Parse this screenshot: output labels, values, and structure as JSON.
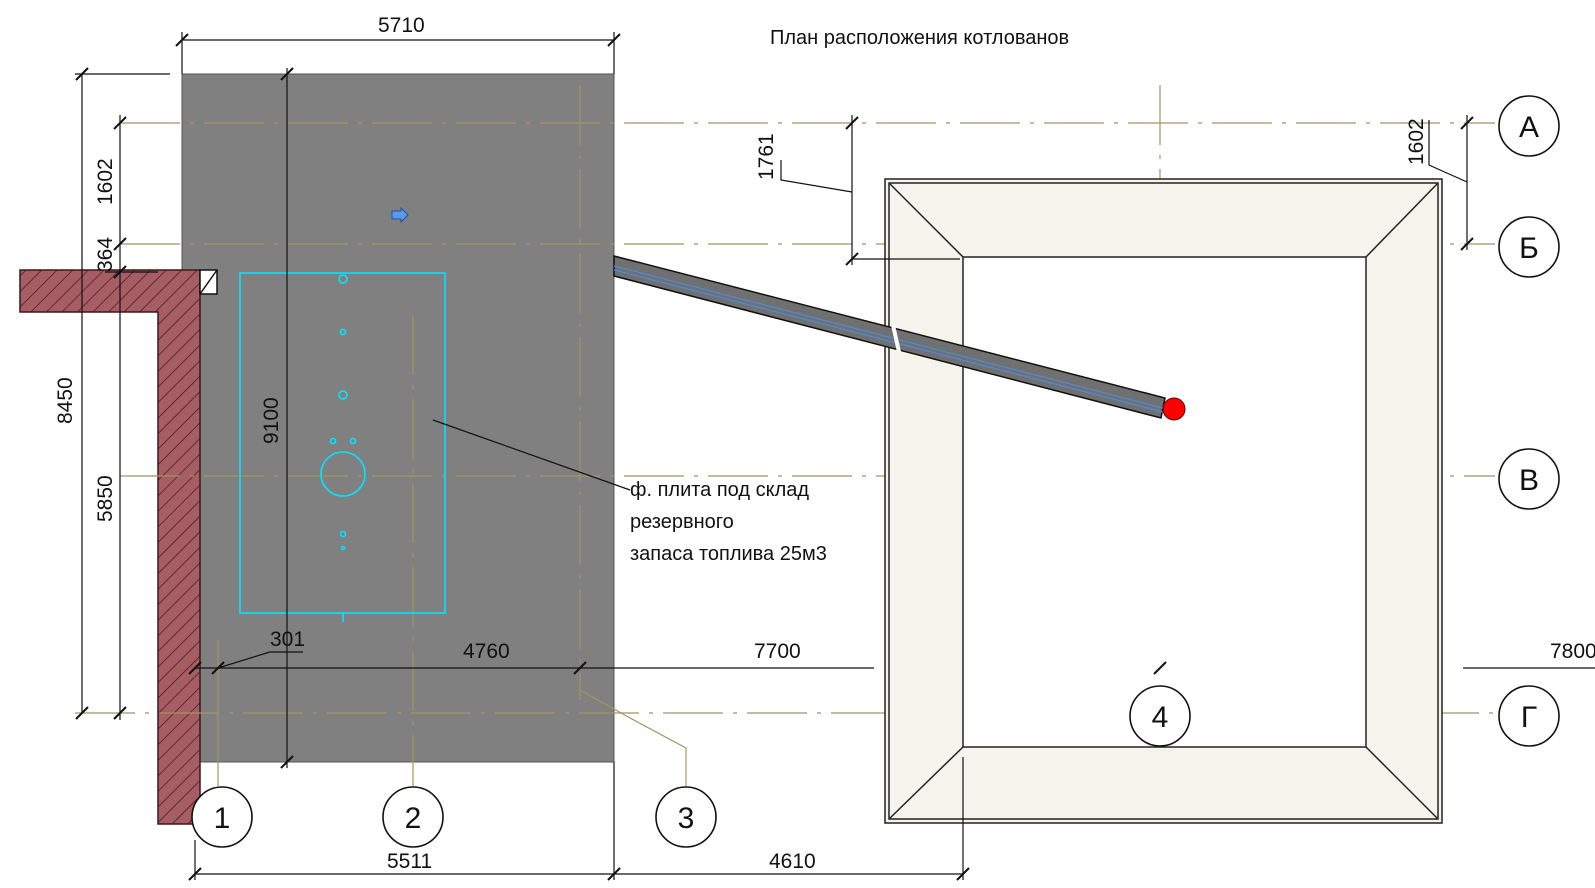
{
  "title": "План расположения котлованов",
  "note": {
    "lines": [
      "ф. плита под склад",
      "резервного",
      "запаса топлива 25м3"
    ]
  },
  "grid_axes": {
    "rows": [
      "А",
      "Б",
      "В",
      "Г"
    ],
    "cols": [
      "1",
      "2",
      "3",
      "4"
    ]
  },
  "dimensions": {
    "top_width": "5710",
    "bottom_left": "5511",
    "bottom_right": "4610",
    "left_total": "8450",
    "left_1602": "1602",
    "left_364": "364",
    "left_5850": "5850",
    "inner_height": "9100",
    "d_1761": "1761",
    "right_1602": "1602",
    "d_301": "301",
    "d_4760": "4760",
    "d_7700": "7700",
    "d_7800": "7800"
  },
  "colors": {
    "slab": "#808080",
    "wall_fill": "#a65d63",
    "cyan": "#00e5ff",
    "axis_line": "#a39560",
    "pit_fill": "#f5f4ec",
    "marker": "#ff0000"
  }
}
